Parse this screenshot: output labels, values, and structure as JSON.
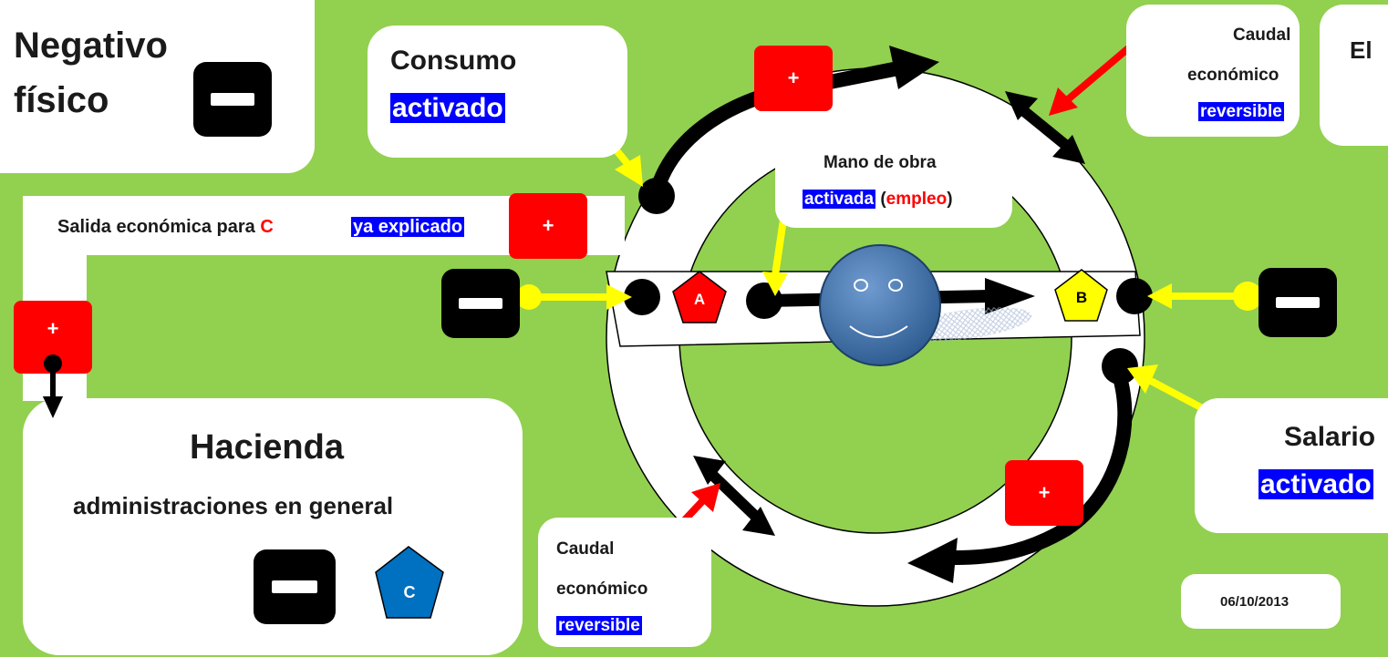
{
  "negativo": {
    "line1": "Negativo",
    "line2": "físico"
  },
  "consumo": {
    "title": "Consumo",
    "status": "activado"
  },
  "mano_obra": {
    "title": "Mano de obra",
    "status": "activada",
    "paren_open": " (",
    "extra": "empleo",
    "paren_close": ")"
  },
  "caudal_top": {
    "line1": "Caudal",
    "line2": "económico",
    "status": "reversible"
  },
  "caudal_bottom": {
    "line1": "Caudal",
    "line2": "económico",
    "status": "reversible"
  },
  "el_partial": "El",
  "salida": {
    "text": "Salida económica para ",
    "letter": "C",
    "note": "ya explicado"
  },
  "hacienda": {
    "title": "Hacienda",
    "subtitle": "administraciones en general"
  },
  "salario": {
    "title": "Salario",
    "status": "activado"
  },
  "date": "06/10/2013",
  "plus_symbol": "+",
  "pentagons": {
    "a": "A",
    "b": "B",
    "c": "C"
  },
  "colors": {
    "background": "#92d050",
    "red": "#ff0000",
    "yellow": "#ffff00",
    "black": "#000000",
    "highlight_blue": "#0000ff",
    "face_blue": "#3f6fa6",
    "pentagon_c": "#0070c0"
  },
  "icons": [
    "minus-box-icon",
    "plus-box-icon",
    "smiley-face-icon",
    "pentagon-icon",
    "double-arrow-icon",
    "pin-pointer-icon"
  ]
}
